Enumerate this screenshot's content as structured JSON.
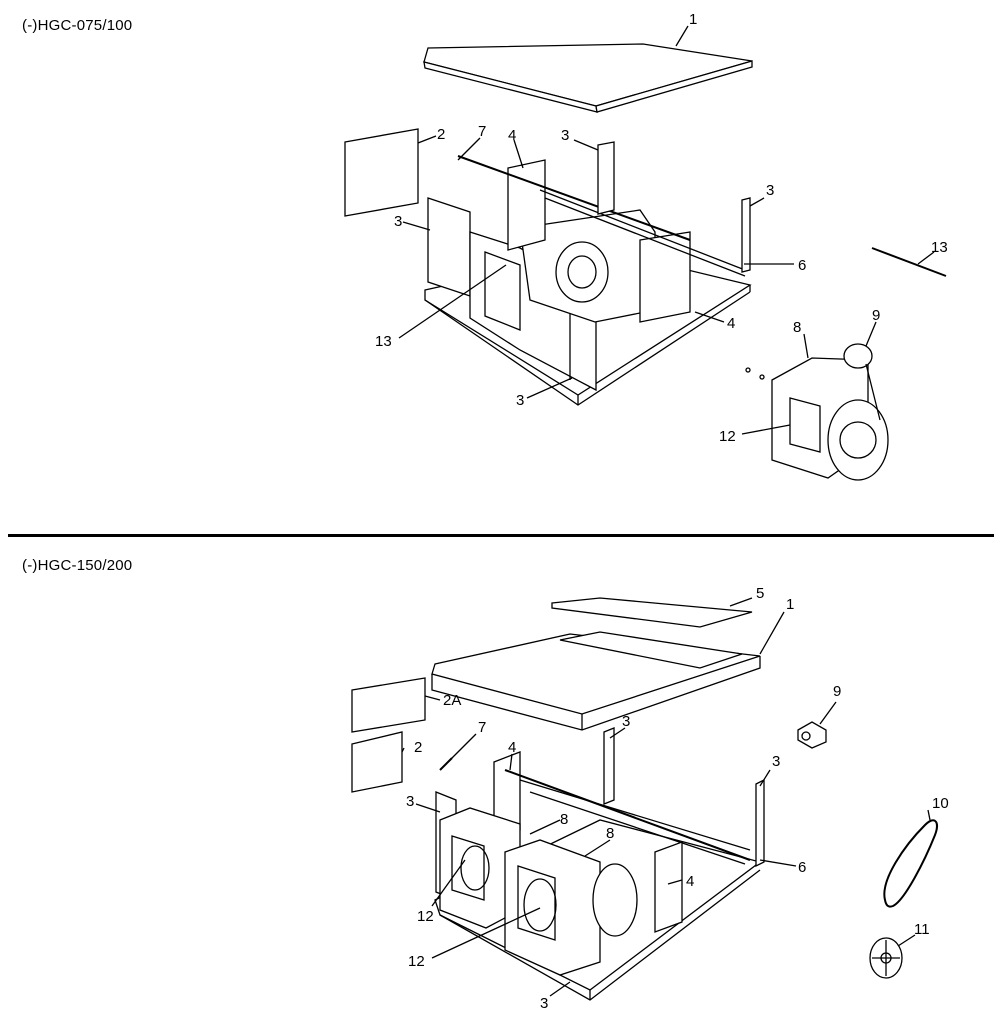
{
  "diagram_top": {
    "model": "(-)HGC-075/100",
    "callouts": [
      "1",
      "2",
      "7",
      "4",
      "3",
      "3",
      "3",
      "6",
      "13",
      "4",
      "13",
      "8",
      "9",
      "3",
      "12"
    ]
  },
  "diagram_bottom": {
    "model": "(-)HGC-150/200",
    "callouts": [
      "5",
      "1",
      "9",
      "2A",
      "7",
      "3",
      "2",
      "4",
      "3",
      "3",
      "10",
      "8",
      "8",
      "6",
      "4",
      "12",
      "12",
      "11",
      "3"
    ]
  }
}
